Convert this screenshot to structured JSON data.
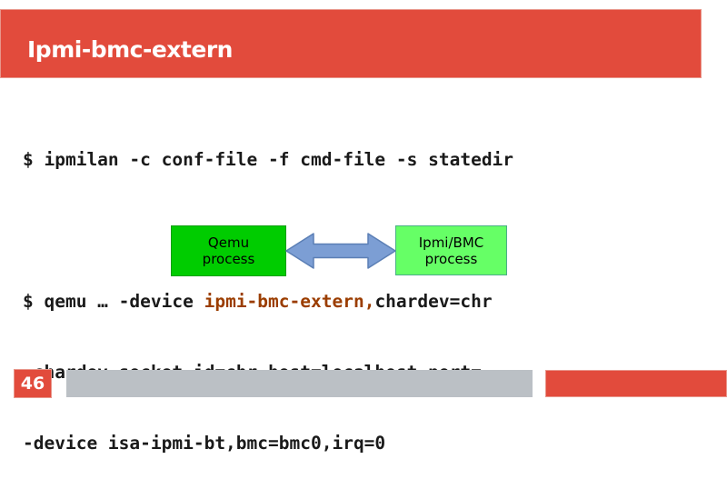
{
  "slide": {
    "title": "Ipmi-bmc-extern",
    "page_number": "46"
  },
  "code": {
    "line1": "$ ipmilan -c conf-file -f cmd-file -s statedir",
    "line2_prefix": "$ qemu … -device ",
    "line2_highlight": "ipmi-bmc-extern,",
    "line2_suffix": "chardev=chr",
    "line3": "-chardev socket,id=chr,host=localhost,port=…",
    "line4": "-device isa-ipmi-bt,bmc=bmc0,irq=0"
  },
  "diagram": {
    "left_box": {
      "label_line1": "Qemu",
      "label_line2": "process",
      "fill": "#00cc00"
    },
    "right_box": {
      "label_line1": "Ipmi/BMC",
      "label_line2": "process",
      "fill": "#66ff66"
    },
    "arrow": {
      "type": "bidirectional",
      "fill": "#7c9ed4",
      "stroke": "#5b7fb5"
    }
  },
  "colors": {
    "accent_red": "#e24b3c",
    "footer_gray": "#bbc0c5",
    "code_highlight": "#9b3d00"
  }
}
